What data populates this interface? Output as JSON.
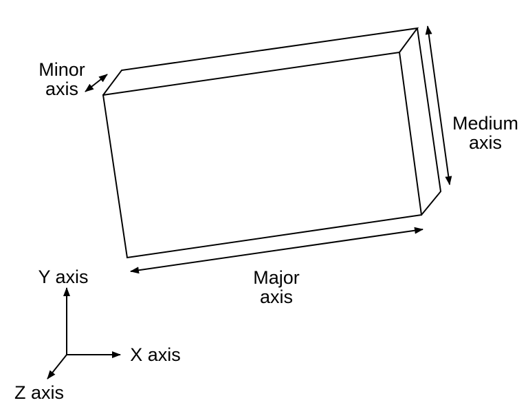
{
  "diagram": {
    "description": "Oriented bounding box with principal axes",
    "labels": {
      "minor_axis": "Minor\naxis",
      "medium_axis": "Medium\naxis",
      "major_axis": "Major\naxis",
      "y_axis": "Y axis",
      "x_axis": "X axis",
      "z_axis": "Z axis"
    }
  },
  "colors": {
    "line": "#000000",
    "text": "#000000",
    "background": "#ffffff"
  }
}
